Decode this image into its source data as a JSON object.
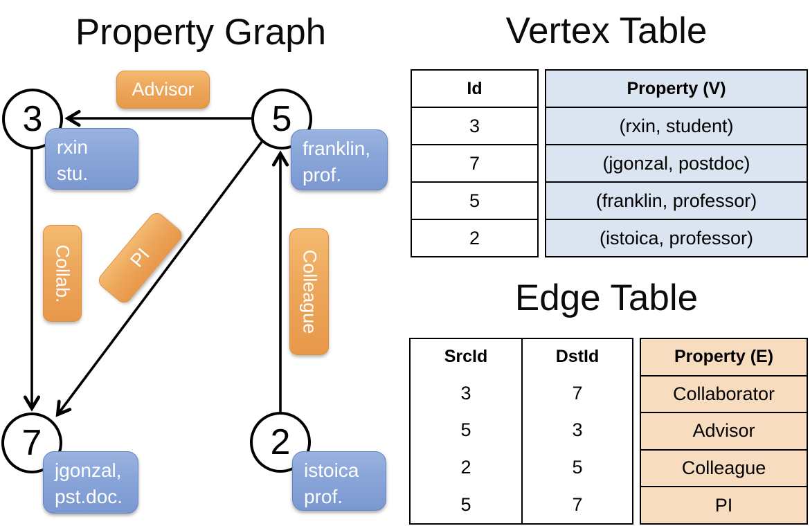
{
  "graph": {
    "title": "Property Graph",
    "nodes": [
      {
        "id": "3",
        "property_lines": [
          "rxin",
          "stu."
        ]
      },
      {
        "id": "5",
        "property_lines": [
          "franklin,",
          "prof."
        ]
      },
      {
        "id": "7",
        "property_lines": [
          "jgonzal,",
          "pst.doc."
        ]
      },
      {
        "id": "2",
        "property_lines": [
          "istoica",
          "prof."
        ]
      }
    ],
    "edges": [
      {
        "src": "5",
        "dst": "3",
        "label": "Advisor"
      },
      {
        "src": "3",
        "dst": "7",
        "label": "Collab."
      },
      {
        "src": "5",
        "dst": "7",
        "label": "PI"
      },
      {
        "src": "2",
        "dst": "5",
        "label": "Colleague"
      }
    ]
  },
  "vertex_table": {
    "title": "Vertex Table",
    "headers": {
      "id": "Id",
      "property": "Property (V)"
    },
    "rows": [
      {
        "id": "3",
        "property": "(rxin, student)"
      },
      {
        "id": "7",
        "property": "(jgonzal, postdoc)"
      },
      {
        "id": "5",
        "property": "(franklin, professor)"
      },
      {
        "id": "2",
        "property": "(istoica, professor)"
      }
    ]
  },
  "edge_table": {
    "title": "Edge Table",
    "headers": {
      "src": "SrcId",
      "dst": "DstId",
      "property": "Property (E)"
    },
    "rows": [
      {
        "src": "3",
        "dst": "7",
        "property": "Collaborator"
      },
      {
        "src": "5",
        "dst": "3",
        "property": "Advisor"
      },
      {
        "src": "2",
        "dst": "5",
        "property": "Colleague"
      },
      {
        "src": "5",
        "dst": "7",
        "property": "PI"
      }
    ]
  },
  "colors": {
    "edge_label_accent": "#eda75c",
    "vertex_label_accent": "#8aa6d9",
    "vertex_table_fill": "#dbe5f1",
    "edge_table_fill": "#f7dcc0",
    "line_color": "#000000"
  }
}
